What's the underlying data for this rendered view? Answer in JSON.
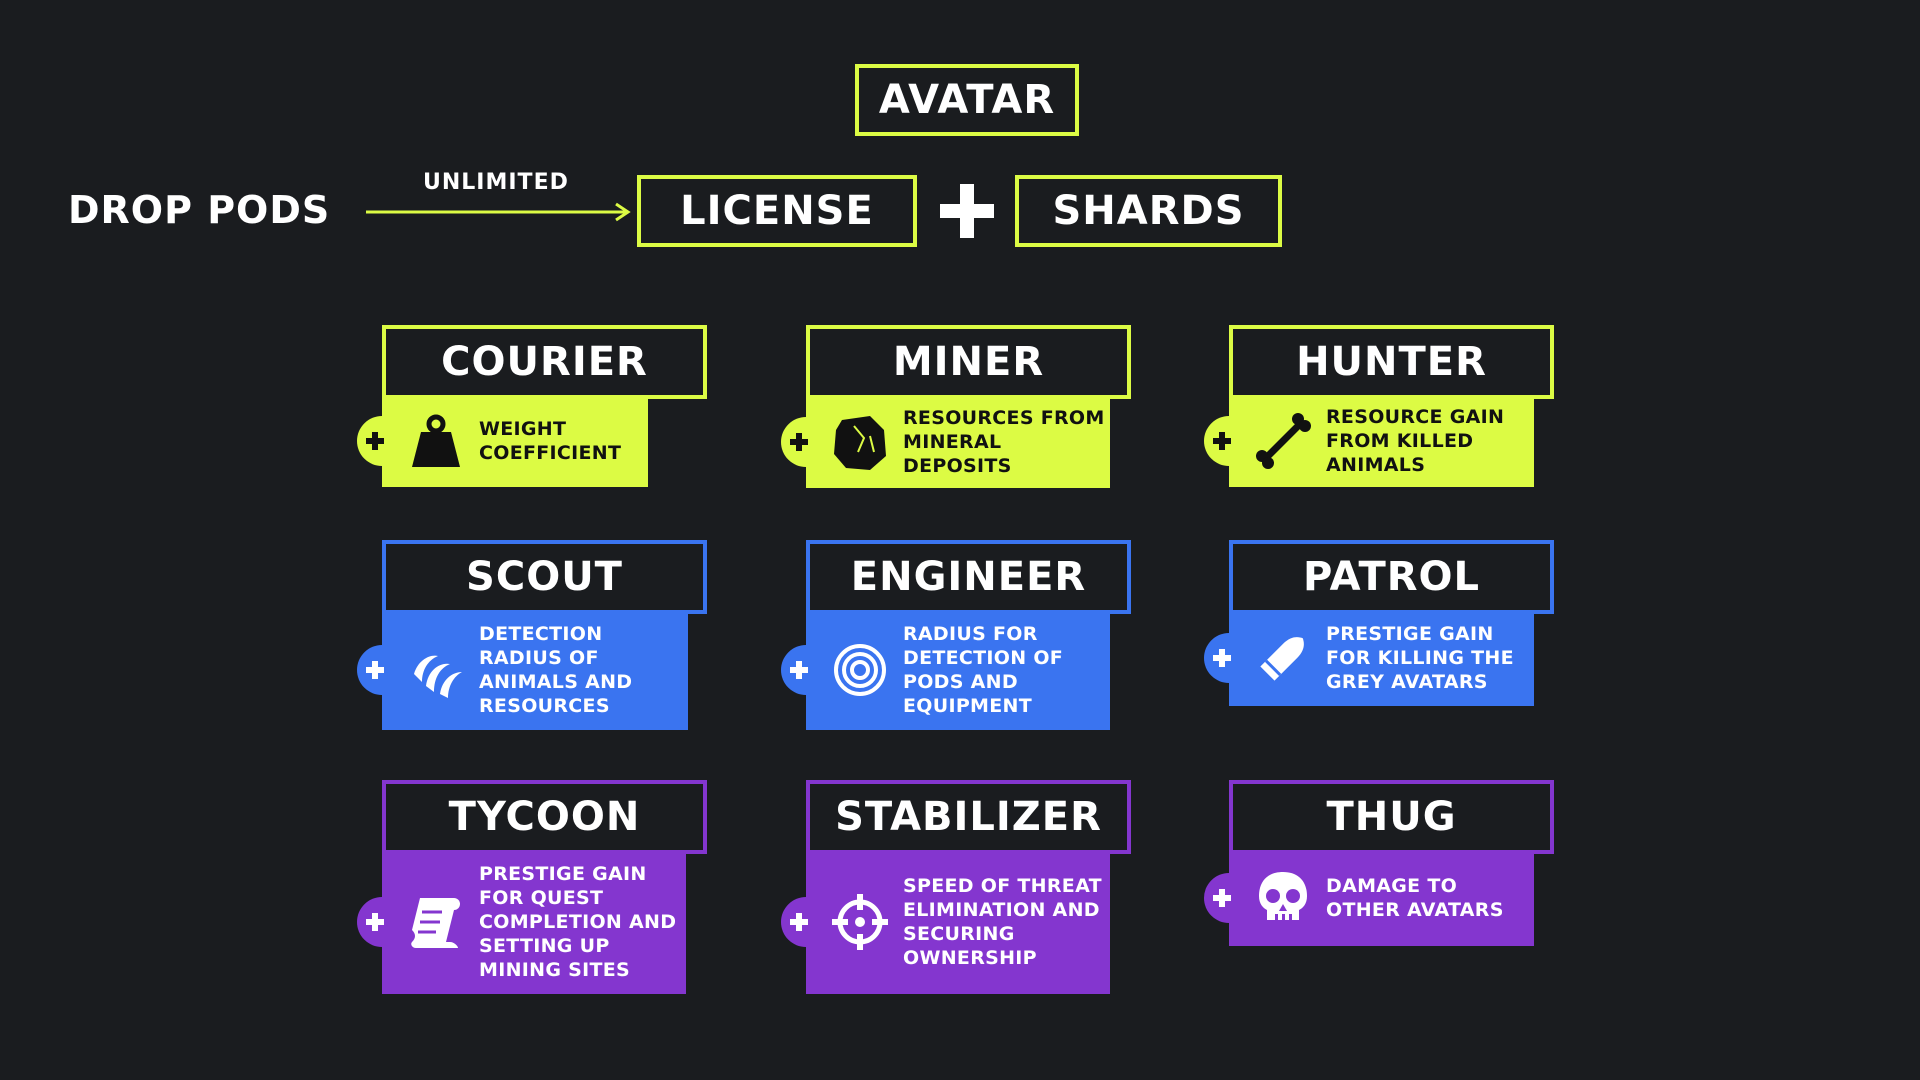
{
  "header": {
    "avatar": "AVATAR",
    "license": "LICENSE",
    "shards": "SHARDS",
    "drop_pods": "DROP PODS",
    "unlimited": "UNLIMITED"
  },
  "colors": {
    "lime": "#dcfb44",
    "blue": "#3a74f0",
    "purple": "#8436cf",
    "background": "#1a1c1f"
  },
  "classes": [
    {
      "title": "COURIER",
      "desc": "WEIGHT COEFFICIENT",
      "icon": "weight-icon",
      "color": "lime"
    },
    {
      "title": "MINER",
      "desc": "RESOURCES FROM MINERAL DEPOSITS",
      "icon": "rock-icon",
      "color": "lime"
    },
    {
      "title": "HUNTER",
      "desc": "RESOURCE GAIN FROM KILLED ANIMALS",
      "icon": "bone-icon",
      "color": "lime"
    },
    {
      "title": "SCOUT",
      "desc": "DETECTION RADIUS OF ANIMALS AND RESOURCES",
      "icon": "claws-icon",
      "color": "blue"
    },
    {
      "title": "ENGINEER",
      "desc": "RADIUS FOR DETECTION OF PODS AND EQUIPMENT",
      "icon": "radar-icon",
      "color": "blue"
    },
    {
      "title": "PATROL",
      "desc": "PRESTIGE GAIN FOR KILLING THE GREY AVATARS",
      "icon": "bullet-icon",
      "color": "blue"
    },
    {
      "title": "TYCOON",
      "desc": "PRESTIGE GAIN FOR QUEST COMPLETION AND SETTING UP MINING SITES",
      "icon": "scroll-icon",
      "color": "purple"
    },
    {
      "title": "STABILIZER",
      "desc": "SPEED OF THREAT ELIMINATION AND SECURING OWNERSHIP",
      "icon": "crosshair-icon",
      "color": "purple"
    },
    {
      "title": "THUG",
      "desc": "DAMAGE TO OTHER AVATARS",
      "icon": "skull-icon",
      "color": "purple"
    }
  ]
}
